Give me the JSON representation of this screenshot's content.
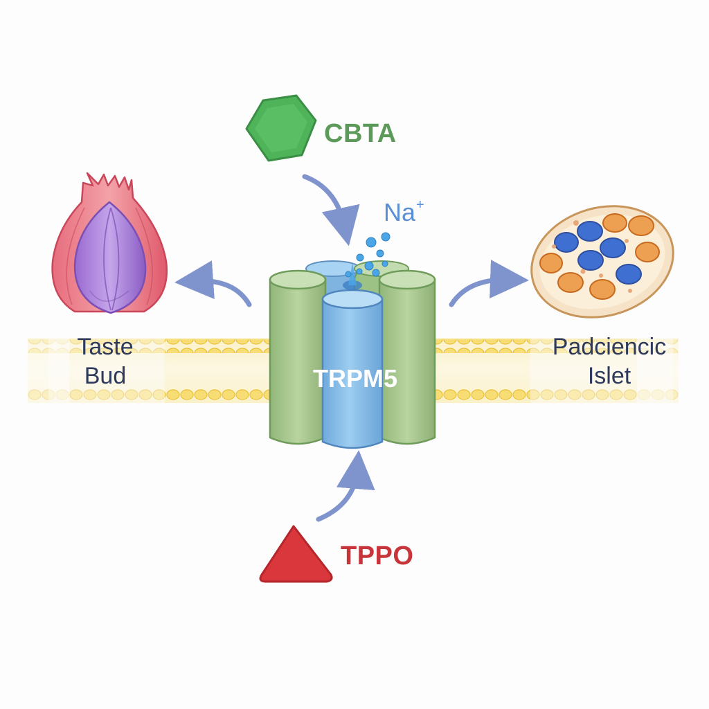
{
  "labels": {
    "agonist": "CBTA",
    "inhibitor": "TPPO",
    "ion_symbol": "Na",
    "ion_charge": "+",
    "channel": "TRPM5",
    "left_tissue_line1": "Taste",
    "left_tissue_line2": "Bud",
    "right_tissue_line1": "Padciencic",
    "right_tissue_line2": "Islet"
  },
  "colors": {
    "agonist": "#4fb35a",
    "inhibitor": "#d9373c",
    "arrow": "#7f93cc",
    "channel_green": "#a9c991",
    "channel_blue": "#86bde6",
    "membrane": "#f3d35a",
    "ion": "#4aa6e6"
  },
  "icons": [
    "hexagon-icon",
    "triangle-icon",
    "taste-bud-icon",
    "pancreatic-islet-icon",
    "ion-channel-icon"
  ]
}
